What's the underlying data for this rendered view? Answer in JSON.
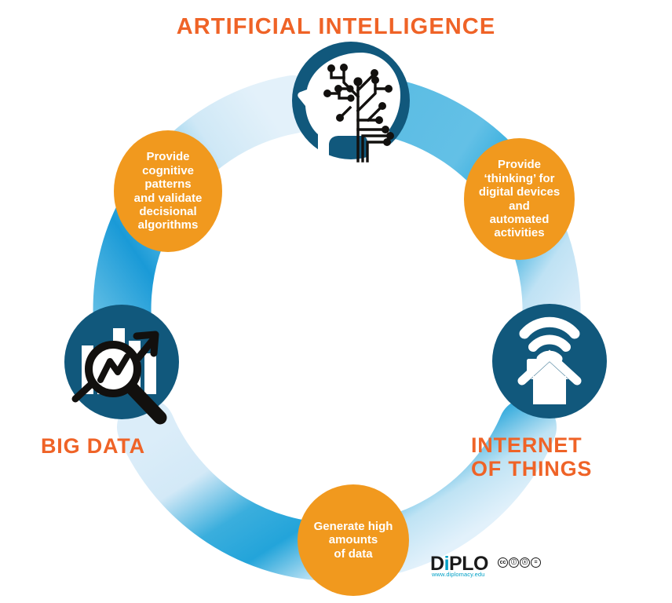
{
  "diagram": {
    "type": "cycle",
    "title_nodes": [
      {
        "id": "ai",
        "label": "ARTIFICIAL INTELLIGENCE",
        "icon": "brain-circuit-head-icon",
        "color": "#11587c"
      },
      {
        "id": "iot",
        "label": "INTERNET\nOF THINGS",
        "icon": "smart-home-wifi-icon",
        "color": "#11587c"
      },
      {
        "id": "bigdata",
        "label": "BIG DATA",
        "icon": "bar-chart-magnifier-icon",
        "color": "#11587c"
      }
    ],
    "bubbles": [
      {
        "id": "ai-to-bigdata",
        "text": "Provide\ncognitive\npatterns\nand validate\ndecisional\nalgorithms",
        "color": "#f1991e"
      },
      {
        "id": "ai-to-iot",
        "text": "Provide\n‘thinking’ for\ndigital devices\nand\nautomated\nactivities",
        "color": "#f1991e"
      },
      {
        "id": "iot-to-bigdata",
        "text": "Generate high\namounts\nof data",
        "color": "#f1991e"
      }
    ],
    "colors": {
      "headline_orange": "#ef6327",
      "bubble_orange": "#f1991e",
      "node_dark_blue": "#11587c",
      "ring_cyan": "#29a8dd",
      "ring_pale": "#d9ecf8",
      "background": "#ffffff"
    }
  },
  "logo": {
    "word_prefix": "D",
    "word_accent": "i",
    "word_suffix": "PLO",
    "url": "www.diplomacy.edu",
    "cc_badges": [
      "cc",
      "ⓘ",
      "ⓢ",
      "="
    ]
  }
}
